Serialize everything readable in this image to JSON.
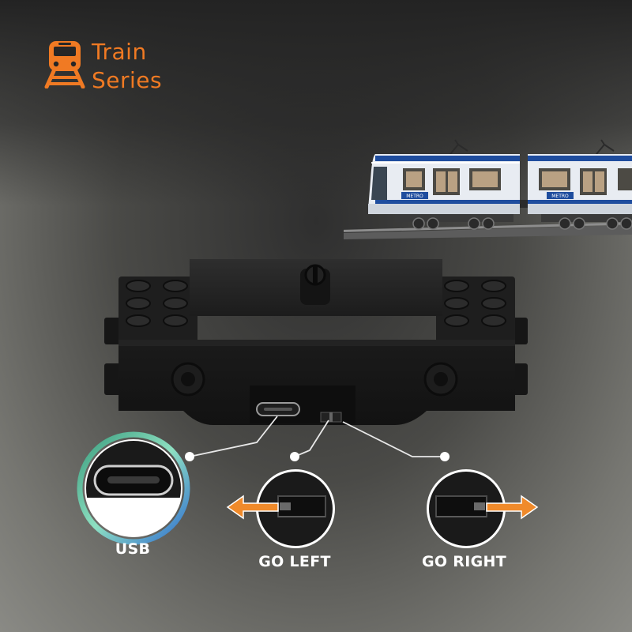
{
  "brand": {
    "title_line1": "Train",
    "title_line2": "Series",
    "icon": "train-icon",
    "accent_color": "#f07a23"
  },
  "train": {
    "car_badge_1": "METRO",
    "car_badge_2": "METRO",
    "body_color": "#e8ecf2",
    "stripe_color": "#1f4d9e"
  },
  "callouts": {
    "usb": {
      "label": "USB",
      "ring_color": "#5fd0a8"
    },
    "go_left": {
      "label": "GO LEFT",
      "arrow_color": "#f08a2a"
    },
    "go_right": {
      "label": "GO RIGHT",
      "arrow_color": "#f08a2a"
    }
  }
}
